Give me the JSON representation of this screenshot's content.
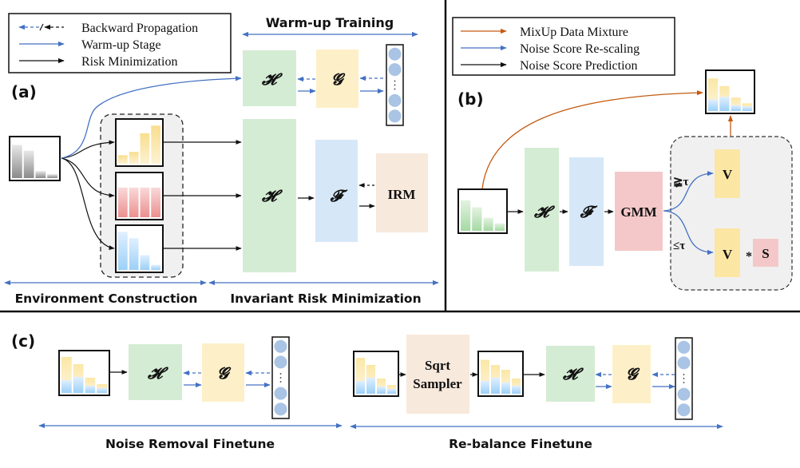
{
  "panel_a": {
    "label": "(a)",
    "legend": [
      {
        "text": "Backward Propagation",
        "style": "dashed-blue-black"
      },
      {
        "text": "Warm-up Stage",
        "style": "solid-blue"
      },
      {
        "text": "Risk Minimization",
        "style": "solid-black"
      }
    ],
    "warmup_title": "Warm-up Training",
    "blocks": {
      "H": "𝓗",
      "G": "𝓖",
      "F": "𝓕",
      "IRM": "IRM"
    },
    "stage_labels": {
      "env": "Environment Construction",
      "irm": "Invariant Risk Minimization"
    },
    "histograms": {
      "input": {
        "color": "gray",
        "values": [
          0.85,
          0.7,
          0.18,
          0.1
        ]
      },
      "env1": {
        "color": "yellow",
        "values": [
          0.2,
          0.28,
          0.72,
          0.9
        ]
      },
      "env2": {
        "color": "red",
        "values": [
          0.7,
          0.7,
          0.7,
          0.7
        ]
      },
      "env3": {
        "color": "blue",
        "values": [
          0.9,
          0.75,
          0.35,
          0.12
        ]
      }
    }
  },
  "panel_b": {
    "label": "(b)",
    "legend": [
      {
        "text": "MixUp Data Mixture",
        "style": "solid-orange"
      },
      {
        "text": "Noise Score Re-scaling",
        "style": "solid-blue"
      },
      {
        "text": "Noise Score Prediction",
        "style": "solid-black"
      }
    ],
    "blocks": {
      "H": "𝓗",
      "F": "𝓕",
      "GMM": "GMM",
      "V_top": "V",
      "V_bottom": "V",
      "mult": "*",
      "S": "S"
    },
    "thresholds": {
      "upper": "≩τ",
      "lower": "≤τ"
    },
    "histograms": {
      "input": {
        "color": "green",
        "values": [
          0.78,
          0.6,
          0.33,
          0.19
        ]
      },
      "output": {
        "color": "mixed",
        "yellow": [
          0.85,
          0.65,
          0.35,
          0.2
        ],
        "blue": [
          0.3,
          0.37,
          0.15,
          0.12
        ]
      }
    }
  },
  "panel_c": {
    "label": "(c)",
    "stage_labels": {
      "noise_removal": "Noise Removal Finetune",
      "rebalance": "Re-balance Finetune"
    },
    "blocks": {
      "H1": "𝓗",
      "G1": "𝓖",
      "sampler_line1": "Sqrt",
      "sampler_line2": "Sampler",
      "H2": "𝓗",
      "G2": "𝓖"
    },
    "histograms": {
      "noise_removal_input": {
        "yellow": [
          0.9,
          0.72,
          0.38,
          0.22
        ],
        "blue": [
          0.32,
          0.4,
          0.18,
          0.12
        ]
      },
      "rebalance_input": {
        "yellow": [
          0.9,
          0.72,
          0.38,
          0.22
        ],
        "blue": [
          0.32,
          0.4,
          0.18,
          0.12
        ]
      },
      "rebalance_output": {
        "yellow": [
          0.85,
          0.72,
          0.6,
          0.38
        ],
        "blue": [
          0.32,
          0.4,
          0.28,
          0.2
        ]
      }
    }
  },
  "colors": {
    "blue_arrow": "#4472c4",
    "orange_arrow": "#c55a11",
    "green_block": "#d5ecd4",
    "yellow_block": "#fdf0c8",
    "blue_block": "#d6e8f8",
    "peach_block": "#f8e9dd",
    "pink_block": "#f4c8c8",
    "v_block": "#fce6a4",
    "node_circle": "#a9c4e4",
    "env_bg": "#f0f0f0"
  }
}
